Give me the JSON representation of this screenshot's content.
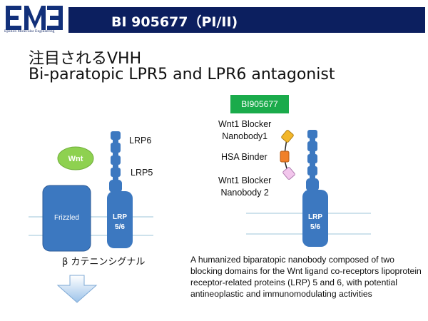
{
  "brand": {
    "logo_name": "EME",
    "company": "Epsilon Molecular Engineering"
  },
  "header": {
    "title": "BI 905677（PI/II)"
  },
  "subtitle": {
    "line1": "注目されるVHH",
    "line2": "Bi-paratopic LPR5 and LPR6 antagonist"
  },
  "left_diagram": {
    "wnt": "Wnt",
    "frizzled": "Frizzled",
    "lrp_receptor": "LRP\n5/6",
    "lrp6": "LRP6",
    "lrp5": "LRP5",
    "pathway_label": "β カテニンシグナル"
  },
  "right_diagram": {
    "drug_name": "BI905677",
    "blocker1": "Wnt1 Blocker\nNanobody1",
    "hsa_binder": "HSA Binder",
    "blocker2": "Wnt1 Blocker\nNanobody 2",
    "lrp_receptor": "LRP\n5/6"
  },
  "description": "A humanized biparatopic nanobody composed of two blocking domains for the Wnt ligand co-receptors lipoprotein receptor-related proteins (LRP) 5 and 6, with potential antineoplastic and immunomodulating activities",
  "colors": {
    "header_bg": "#0c1f5f",
    "receptor_blue": "#3c78c0",
    "wnt_green": "#8ed150",
    "drug_green": "#1aab4b",
    "nanobody1": "#f2b62a",
    "hsa": "#f0802a",
    "nanobody2": "#f2c6ec"
  }
}
